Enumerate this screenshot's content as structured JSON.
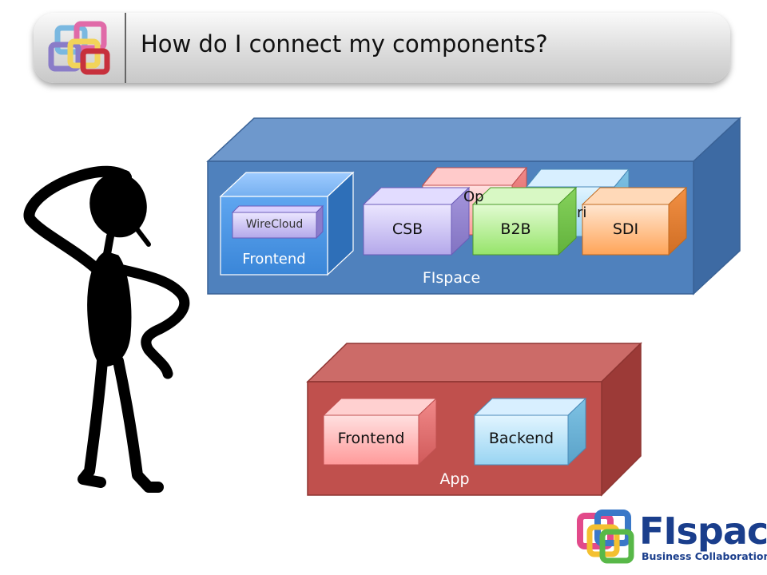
{
  "slide": {
    "title": "How do I connect my components?"
  },
  "fispace_box": {
    "label": "FIspace",
    "frontend": {
      "label": "Frontend",
      "inner_label": "WireCloud"
    },
    "back_blocks": [
      {
        "label": "Op"
      },
      {
        "label": "ri"
      }
    ],
    "front_blocks": [
      {
        "label": "CSB"
      },
      {
        "label": "B2B"
      },
      {
        "label": "SDI"
      }
    ]
  },
  "app_box": {
    "label": "App",
    "blocks": [
      {
        "label": "Frontend"
      },
      {
        "label": "Backend"
      }
    ]
  },
  "logo": {
    "name": "FIspace",
    "tagline": "Business Collaboration"
  },
  "colors": {
    "fispace_blue": "#4f81bd",
    "app_red": "#c0504d",
    "pink_block": "#ffb3b3",
    "green_block": "#a9ee86",
    "orange_block": "#ffb070",
    "lavender_block": "#c3b8ef",
    "lightblue_block": "#a9dcf5",
    "brand_navy": "#1a3e8c"
  }
}
